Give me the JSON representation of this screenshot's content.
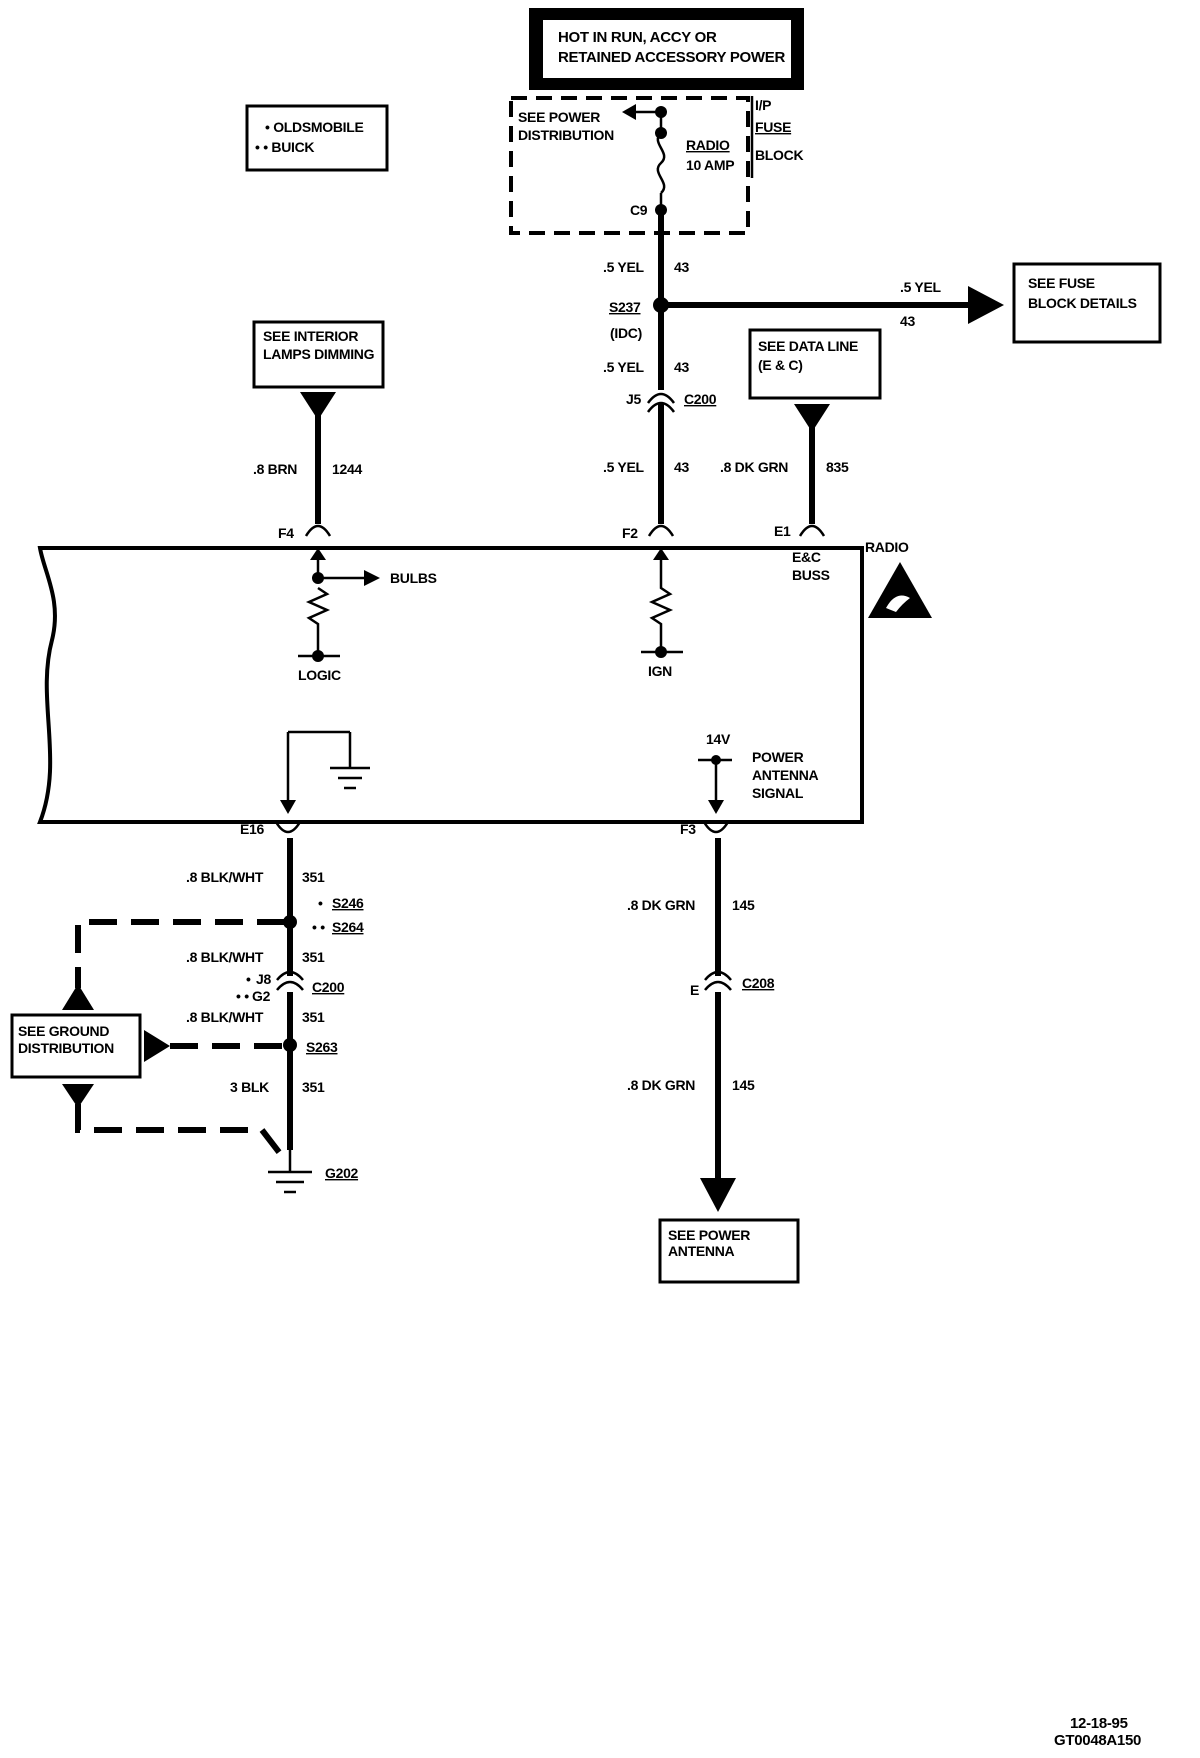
{
  "header_box": {
    "line1": "HOT IN RUN, ACCY OR",
    "line2": "RETAINED ACCESSORY POWER"
  },
  "legend": {
    "line1": "• OLDSMOBILE",
    "line2": "• • BUICK"
  },
  "fuse_block": {
    "see_line1": "SEE POWER",
    "see_line2": "DISTRIBUTION",
    "name_line1": "I/P",
    "name_line2": "FUSE",
    "name_line3": "BLOCK",
    "fuse_line1": "RADIO",
    "fuse_line2": "10 AMP",
    "connector": "C9"
  },
  "wires": {
    "w1_gauge": ".5 YEL",
    "w1_circuit": "43",
    "splice_s237": "S237",
    "splice_idc": "(IDC)",
    "branch_gauge": ".5 YEL",
    "branch_circuit": "43",
    "w2_gauge": ".5 YEL",
    "w2_circuit": "43",
    "conn_j5": "J5",
    "conn_c200": "C200",
    "w3_gauge": ".5 YEL",
    "w3_circuit": "43",
    "brn_gauge": ".8 BRN",
    "brn_circuit": "1244",
    "dkgrn_gauge": ".8 DK GRN",
    "dkgrn_circuit": "835"
  },
  "refs": {
    "fuse_details_l1": "SEE FUSE",
    "fuse_details_l2": "BLOCK DETAILS",
    "interior_l1": "SEE INTERIOR",
    "interior_l2": "LAMPS DIMMING",
    "dataline_l1": "SEE DATA LINE",
    "dataline_l2": "(E & C)",
    "ground_l1": "SEE GROUND",
    "ground_l2": "DISTRIBUTION",
    "antenna_l1": "SEE POWER",
    "antenna_l2": "ANTENNA"
  },
  "radio": {
    "label": "RADIO",
    "pin_f4": "F4",
    "pin_f2": "F2",
    "pin_e1": "E1",
    "bus_l1": "E&C",
    "bus_l2": "BUSS",
    "bulbs": "BULBS",
    "logic": "LOGIC",
    "ign": "IGN",
    "v14": "14V",
    "pa_l1": "POWER",
    "pa_l2": "ANTENNA",
    "pa_l3": "SIGNAL",
    "pin_e16": "E16",
    "pin_f3": "F3"
  },
  "ground": {
    "w1_gauge": ".8 BLK/WHT",
    "w1_circuit": "351",
    "s246_mark": "•",
    "s246": "S246",
    "s264_mark": "• •",
    "s264": "S264",
    "w2_gauge": ".8 BLK/WHT",
    "w2_circuit": "351",
    "j8_mark": "•",
    "j8": "J8",
    "g2_mark": "• •",
    "g2": "G2",
    "c200": "C200",
    "w3_gauge": ".8 BLK/WHT",
    "w3_circuit": "351",
    "s263": "S263",
    "w4_gauge": "3 BLK",
    "w4_circuit": "351",
    "g202": "G202"
  },
  "antenna": {
    "w1_gauge": ".8 DK GRN",
    "w1_circuit": "145",
    "conn_e": "E",
    "conn_c208": "C208",
    "w2_gauge": ".8 DK GRN",
    "w2_circuit": "145"
  },
  "footer": {
    "date": "12-18-95",
    "code": "GT0048A150"
  }
}
